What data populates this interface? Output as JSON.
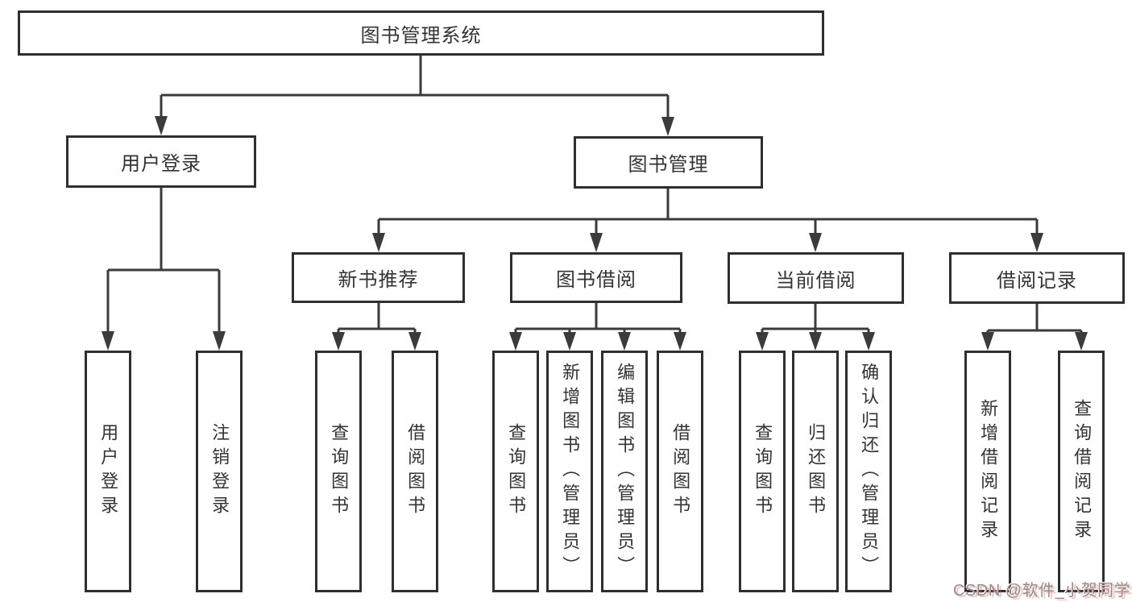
{
  "diagram": {
    "title_node": {
      "label": "图书管理系统"
    },
    "level2": [
      {
        "label": "用户登录"
      },
      {
        "label": "图书管理"
      }
    ],
    "level3": [
      {
        "label": "新书推荐"
      },
      {
        "label": "图书借阅"
      },
      {
        "label": "当前借阅"
      },
      {
        "label": "借阅记录"
      }
    ],
    "leaves": {
      "user_login": [
        {
          "label": "用户登录"
        },
        {
          "label": "注销登录"
        }
      ],
      "new_book": [
        {
          "label": "查询图书"
        },
        {
          "label": "借阅图书"
        }
      ],
      "book_borrow": [
        {
          "label": "查询图书"
        },
        {
          "label": "新增图书（管理员）"
        },
        {
          "label": "编辑图书（管理员）"
        },
        {
          "label": "借阅图书"
        }
      ],
      "current_borrow": [
        {
          "label": "查询图书"
        },
        {
          "label": "归还图书"
        },
        {
          "label": "确认归还（管理员）"
        }
      ],
      "borrow_record": [
        {
          "label": "新增借阅记录"
        },
        {
          "label": "查询借阅记录"
        }
      ]
    },
    "watermark": "CSDN @软件_小贺同学",
    "colors": {
      "line": "#3b3b3b",
      "box_border": "#2f2f2f",
      "text": "#333333",
      "background": "#ffffff",
      "watermark_gray": "#8f8f8f",
      "watermark_red": "#f45958"
    }
  }
}
